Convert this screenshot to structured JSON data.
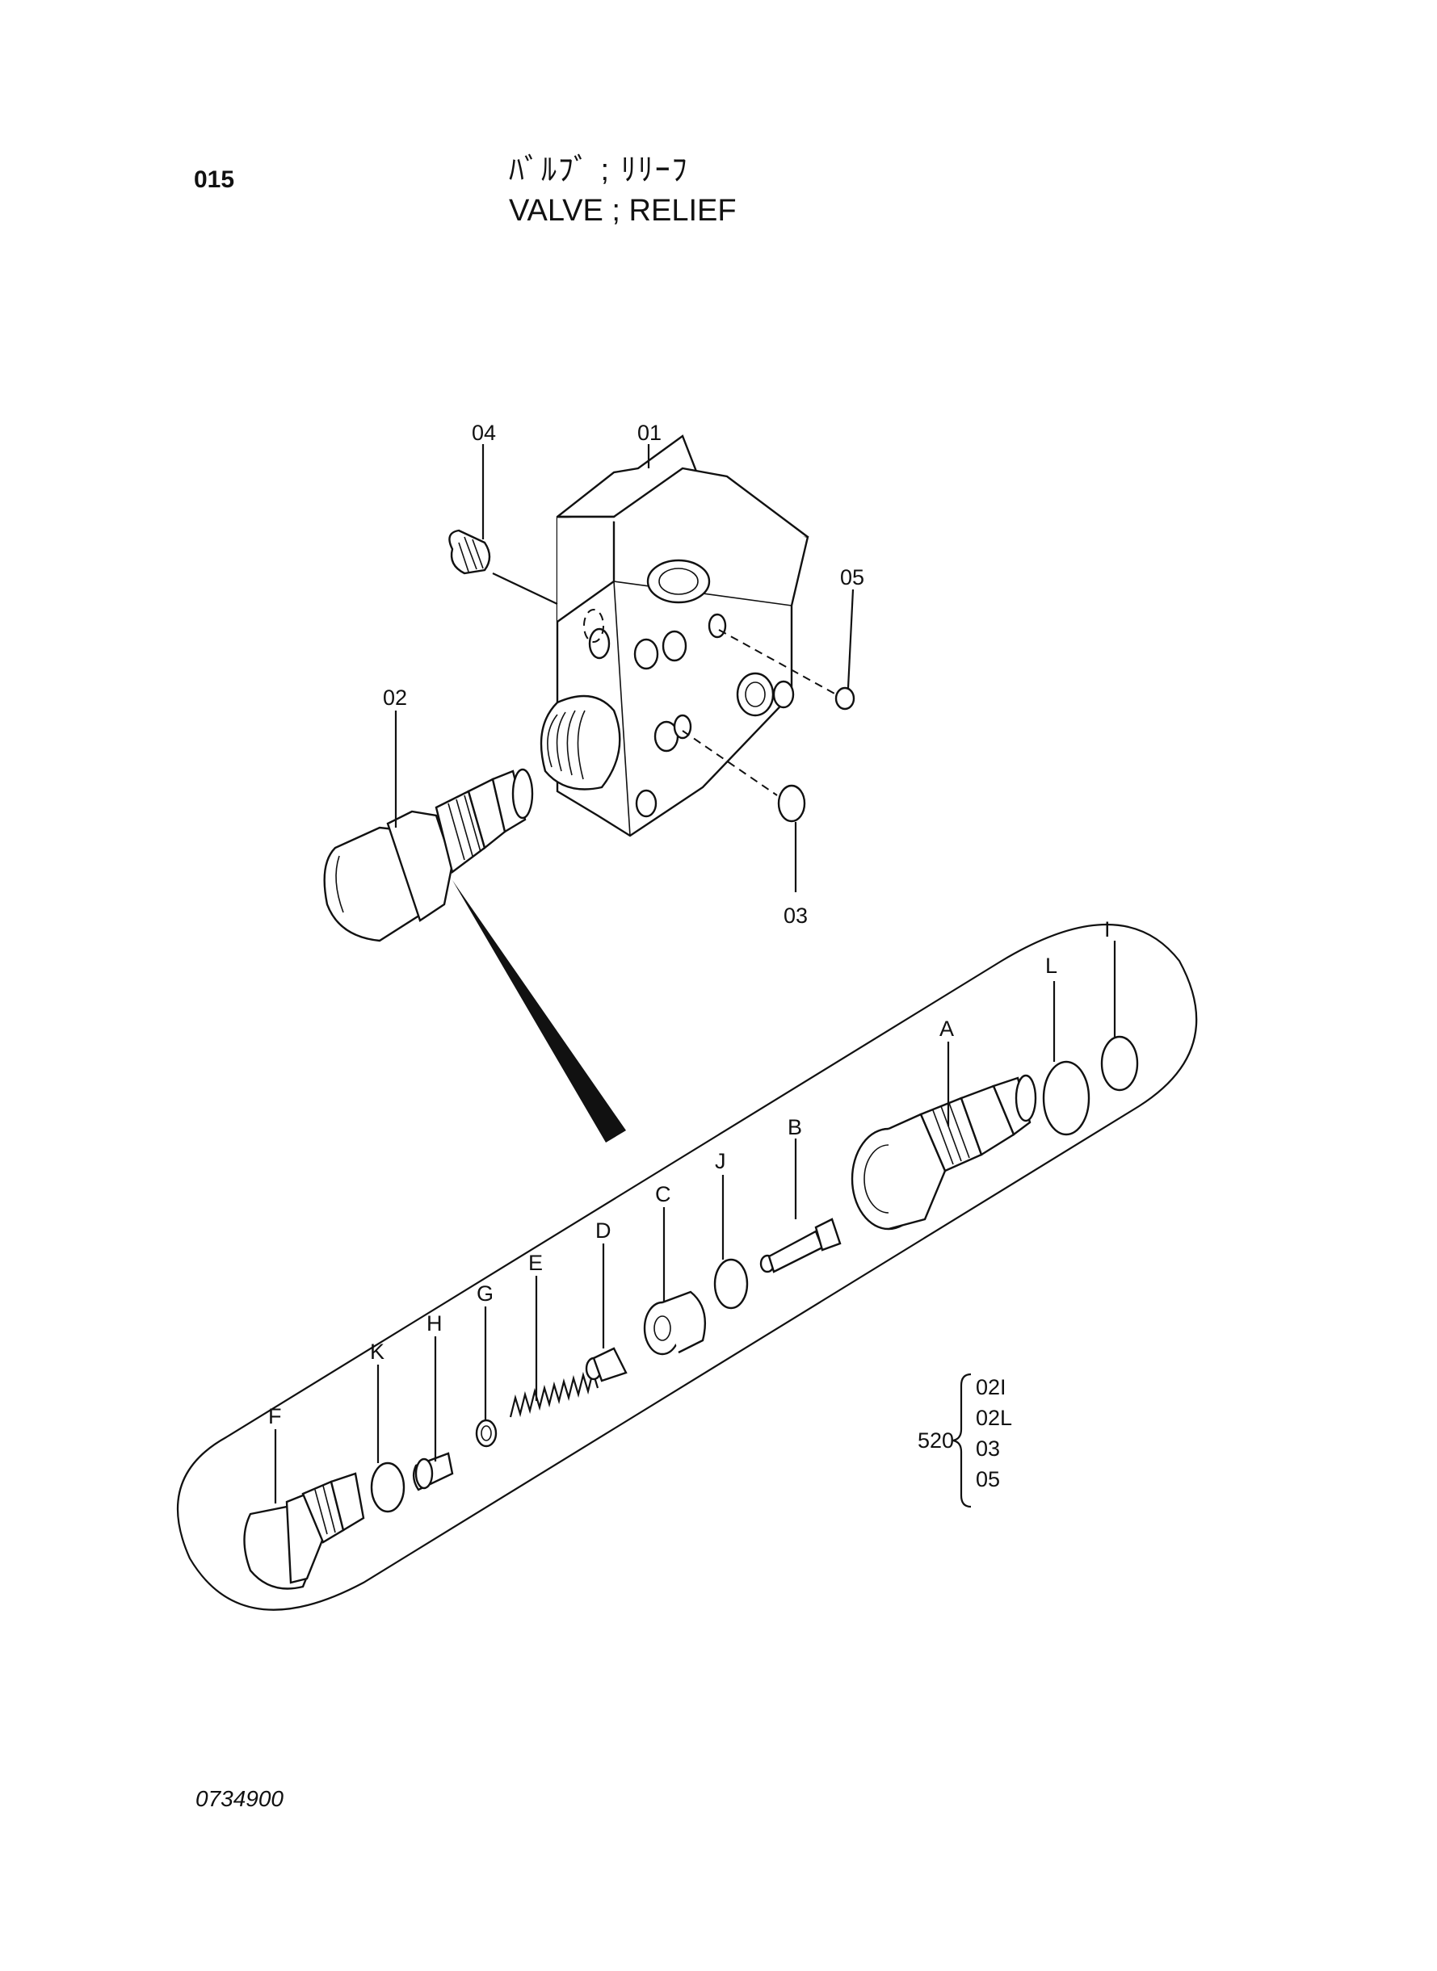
{
  "page_number": "015",
  "title": {
    "japanese": "ﾊﾞﾙﾌﾞ ; ﾘﾘｰﾌ",
    "english": "VALVE ; RELIEF"
  },
  "drawing_number": "0734900",
  "callouts": {
    "p01": "01",
    "p02": "02",
    "p03": "03",
    "p04": "04",
    "p05": "05",
    "A": "A",
    "B": "B",
    "C": "C",
    "D": "D",
    "E": "E",
    "F": "F",
    "G": "G",
    "H": "H",
    "I": "I",
    "J": "J",
    "K": "K",
    "L": "L"
  },
  "kit": {
    "number": "520",
    "items": [
      "02I",
      "02L",
      "03",
      "05"
    ]
  }
}
